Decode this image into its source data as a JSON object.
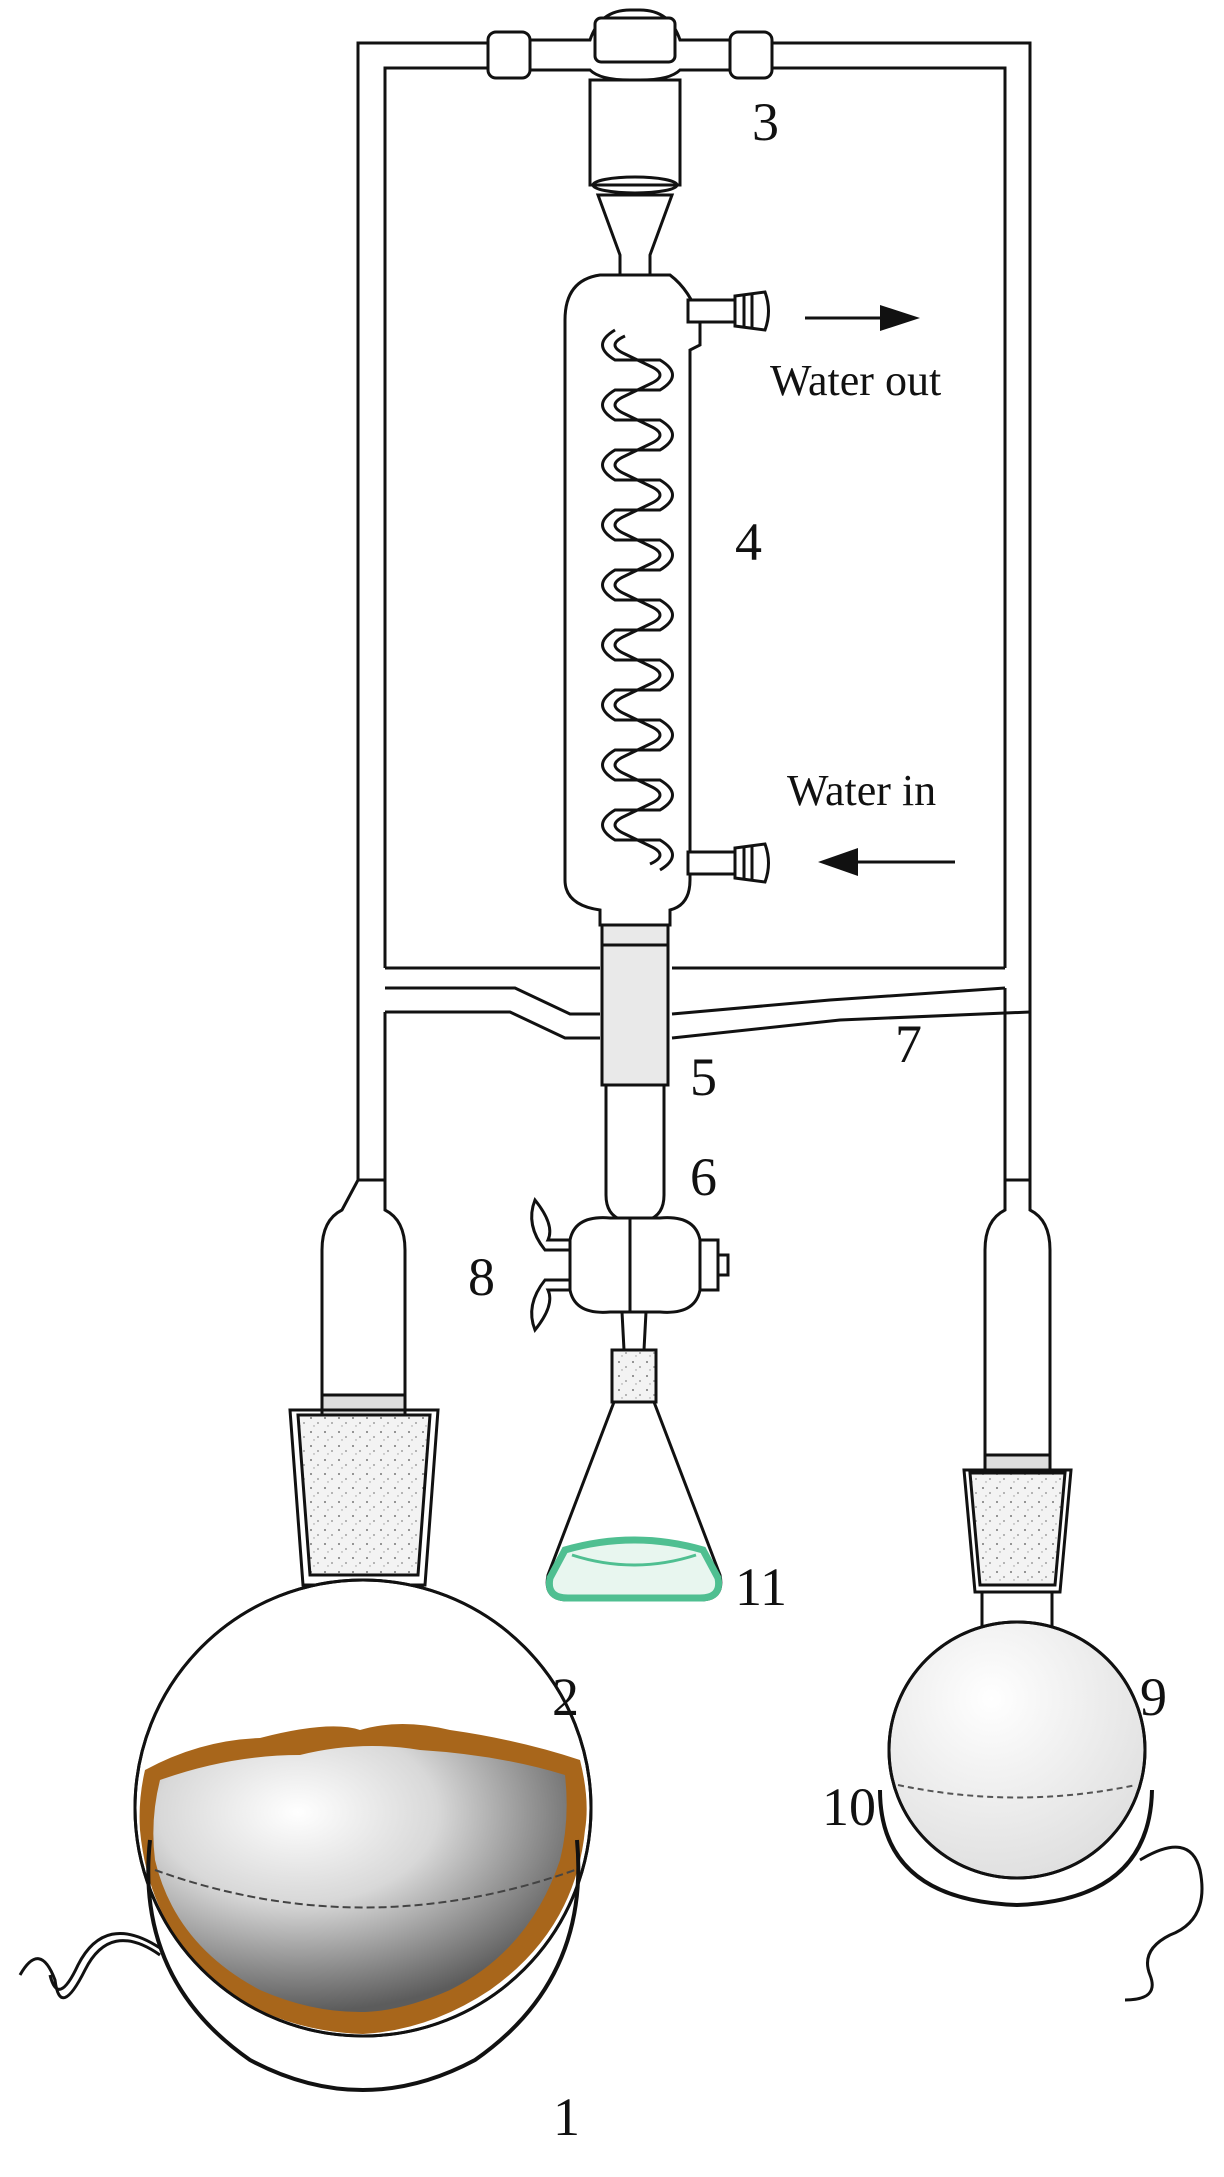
{
  "labels": {
    "l1": "1",
    "l2": "2",
    "l3": "3",
    "l4": "4",
    "l5": "5",
    "l6": "6",
    "l7": "7",
    "l8": "8",
    "l9": "9",
    "l10": "10",
    "l11": "11",
    "water_out": "Water out",
    "water_in": "Water in"
  },
  "colors": {
    "residue": "#a8661b",
    "condensate": "#4fbf91",
    "glass_line": "#111111"
  },
  "icons": {
    "outlet_arrow": "arrow-right-icon",
    "inlet_arrow": "arrow-left-icon"
  }
}
